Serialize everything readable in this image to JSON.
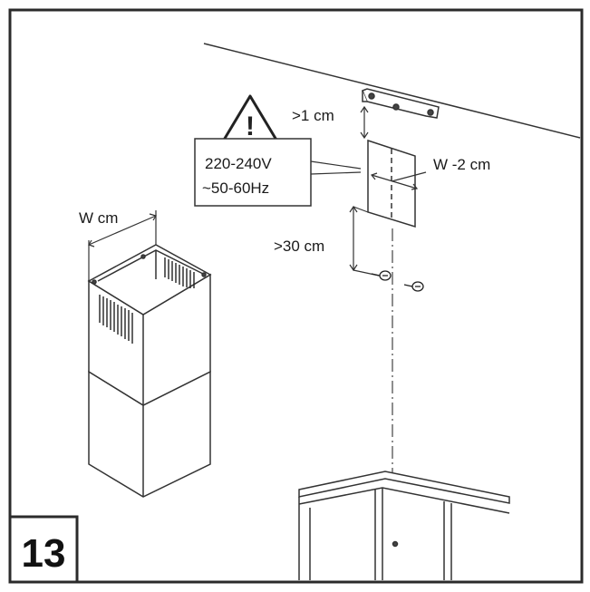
{
  "step_number": "13",
  "warning": {
    "icon": "warning-triangle-icon",
    "voltage": "220-240V",
    "frequency": "~50-60Hz"
  },
  "dimensions": {
    "top_clearance": ">1 cm",
    "bracket_width": "W -2 cm",
    "lower_clearance": ">30 cm",
    "chimney_width": "W cm"
  },
  "colors": {
    "frame": "#2b2b2b",
    "line": "#333333",
    "hatch": "#222222"
  }
}
